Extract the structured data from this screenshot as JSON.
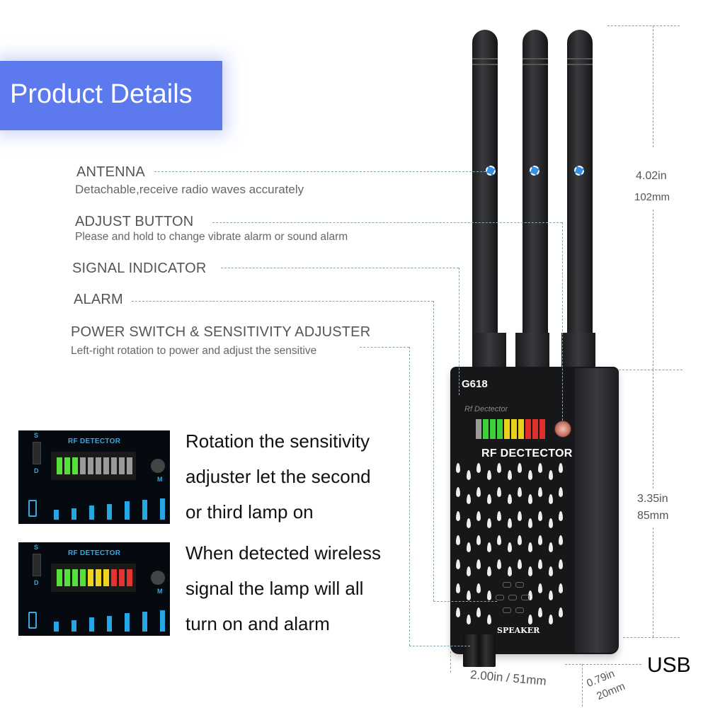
{
  "header": {
    "title": "Product Details",
    "color": "#5c79ee"
  },
  "callouts": [
    {
      "label": "ANTENNA",
      "description": "Detachable,receive radio waves accurately"
    },
    {
      "label": "ADJUST BUTTON",
      "description": "Please and hold to change vibrate alarm or sound alarm"
    },
    {
      "label": "SIGNAL INDICATOR",
      "description": ""
    },
    {
      "label": "ALARM",
      "description": ""
    },
    {
      "label": "POWER SWITCH & SENSITIVITY ADJUSTER",
      "description": "Left-right rotation to power and adjust the sensitive"
    }
  ],
  "device": {
    "model": "G618",
    "small_label": "Rf Dectector",
    "main_label": "RF DECTECTOR",
    "speaker_label": "SPEAKER",
    "led_colors": [
      "#9a9a9a",
      "#3fd13a",
      "#3fd13a",
      "#3fd13a",
      "#e8d21c",
      "#e8d21c",
      "#e8d21c",
      "#e0302c",
      "#e0302c",
      "#e0302c"
    ]
  },
  "examples": [
    {
      "panel_title": "RF DETECTOR",
      "switch_top": "S",
      "switch_bottom": "D",
      "mode": "M",
      "leds": [
        "#56e03a",
        "#56e03a",
        "#56e03a",
        "#9a9a9a",
        "#9a9a9a",
        "#9a9a9a",
        "#9a9a9a",
        "#9a9a9a",
        "#9a9a9a",
        "#9a9a9a"
      ],
      "caption_lines": [
        "Rotation the sensitivity",
        "adjuster let the second",
        "or third lamp on"
      ]
    },
    {
      "panel_title": "RF DETECTOR",
      "switch_top": "S",
      "switch_bottom": "D",
      "mode": "M",
      "leds": [
        "#56e03a",
        "#56e03a",
        "#56e03a",
        "#56e03a",
        "#ecd51c",
        "#ecd51c",
        "#ecd51c",
        "#e5332e",
        "#e5332e",
        "#e5332e"
      ],
      "caption_lines": [
        "When detected wireless",
        "signal the lamp will all",
        "turn on and alarm"
      ]
    }
  ],
  "dimensions": {
    "antenna_in": "4.02in",
    "antenna_mm": "102mm",
    "body_in": "3.35in",
    "body_mm": "85mm",
    "width": "2.00in / 51mm",
    "depth_in": "0.79in",
    "depth_mm": "20mm",
    "port_label": "USB"
  }
}
